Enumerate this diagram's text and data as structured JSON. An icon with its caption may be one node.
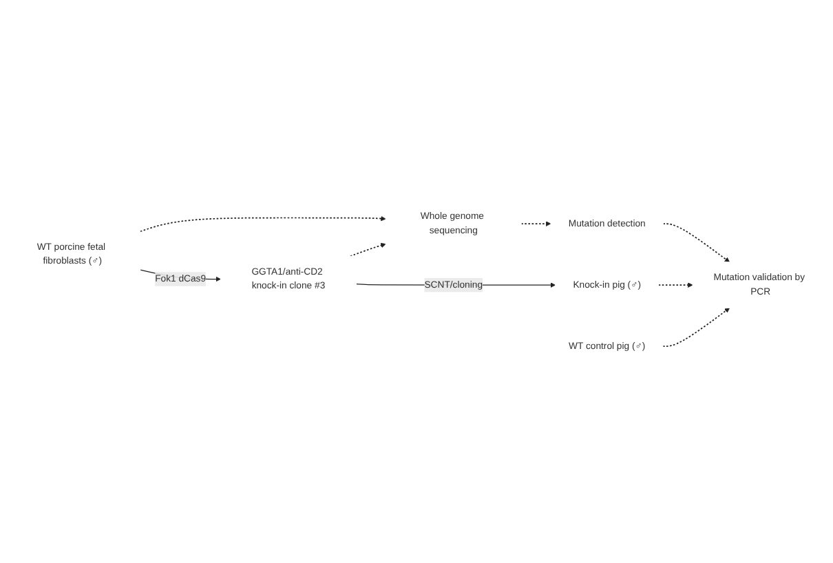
{
  "diagram": {
    "nodes": [
      {
        "text": [
          "WT porcine fetal fibroblasts (♂)"
        ]
      },
      {
        "text": [
          "GGTA1/anti-CD2 knock-in clone #3"
        ]
      },
      {
        "text": [
          "Knock-in pig (♂)"
        ]
      },
      {
        "text": [
          "Whole genome sequencing"
        ]
      },
      {
        "text": [
          "Mutation detection"
        ]
      },
      {
        "text": [
          "Mutation validation by PCR"
        ]
      },
      {
        "text": [
          "WT control pig (♂)"
        ]
      }
    ],
    "edges": [
      {
        "from": 0,
        "to": 1,
        "arrow": "to",
        "label": "Fok1 dCas9"
      },
      {
        "from": 1,
        "to": 2,
        "arrow": "to",
        "label": "SCNT/cloning"
      },
      {
        "from": 0,
        "to": 3,
        "arrow": "to",
        "style": "dashed"
      },
      {
        "from": 1,
        "to": 3,
        "arrow": "to",
        "style": "dashed"
      },
      {
        "from": 3,
        "to": 4,
        "arrow": "to",
        "style": "dashed"
      },
      {
        "from": 4,
        "to": 5,
        "arrow": "to",
        "style": "dashed"
      },
      {
        "from": 2,
        "to": 5,
        "arrow": "to",
        "style": "dashed"
      },
      {
        "from": 6,
        "to": 5,
        "arrow": "to",
        "style": "dashed"
      }
    ]
  }
}
